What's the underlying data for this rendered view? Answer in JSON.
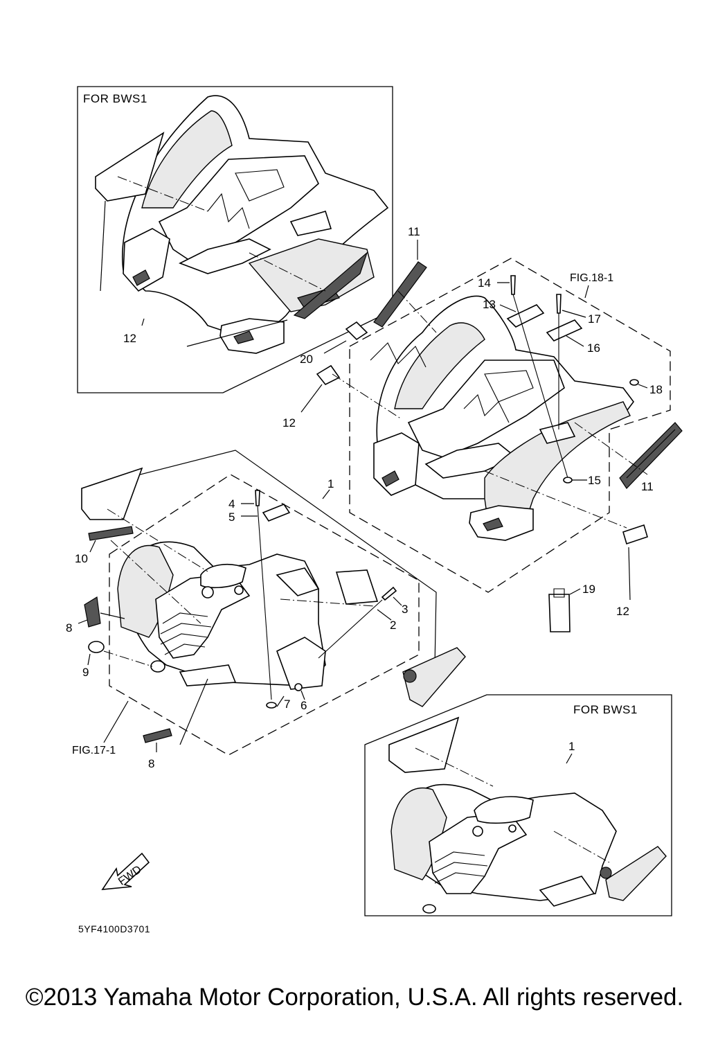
{
  "diagram": {
    "code": "5YF4100D3701",
    "inset_labels": {
      "top_left": "FOR  BWS1",
      "bottom_right": "FOR  BWS1"
    },
    "figure_refs": {
      "fig18": "FIG.18-1",
      "fig17": "FIG.17-1"
    },
    "fwd_label": "FWD",
    "callouts": [
      "1",
      "1",
      "2",
      "3",
      "4",
      "5",
      "6",
      "7",
      "8",
      "8",
      "9",
      "10",
      "11",
      "11",
      "12",
      "12",
      "12",
      "13",
      "14",
      "15",
      "16",
      "17",
      "18",
      "19",
      "20"
    ]
  },
  "footer": {
    "copyright": "©2013 Yamaha Motor Corporation, U.S.A. All rights reserved."
  }
}
